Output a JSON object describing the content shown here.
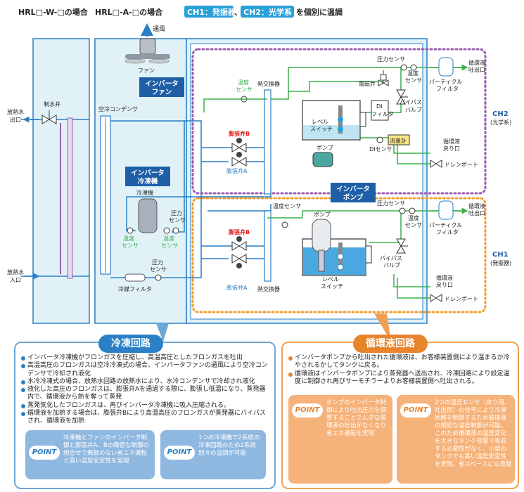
{
  "header": {
    "type_w": "HRL□-W-□の場合",
    "type_a": "HRL□-A-□の場合",
    "ch1_tag": "CH1：発振器",
    "sep": "、",
    "ch2_tag": "CH2：光学系",
    "suffix": "を個別に温調"
  },
  "labels": {
    "airflow": "通風",
    "fan": "ファン",
    "inverter_fan_1": "インバータ",
    "inverter_fan_2": "ファン",
    "inverter_comp_1": "インバータ",
    "inverter_comp_2": "冷凍機",
    "compressor": "冷凍機",
    "inverter_pump_1": "インバータ",
    "inverter_pump_2": "ポンプ",
    "water_valve": "制水弁",
    "water_out_1": "放熱水",
    "water_out_2": "出口",
    "water_in_1": "放熱水",
    "water_in_2": "入口",
    "air_condenser": "空冷コンデンサ",
    "temp_sensor_l_1": "温度",
    "temp_sensor_l_2": "センサ",
    "temp_sensor_r_1": "温度",
    "temp_sensor_r_2": "センサ",
    "pressure_sensor_1": "圧力",
    "pressure_sensor_2": "センサ",
    "pressure_sensor_low_1": "圧力",
    "pressure_sensor_low_2": "センサ",
    "refrigerant_filter": "冷媒フィルタ",
    "expansion_b_top": "膨張弁B",
    "expansion_a_top": "膨張弁A",
    "expansion_b_bot": "膨張弁B",
    "expansion_a_bot": "膨張弁A",
    "ch2_temp_sensor_1": "温度",
    "ch2_temp_sensor_2": "センサ",
    "ch2_heat_exchanger": "熱交換器",
    "ch2_solenoid": "電磁弁",
    "ch2_pressure_sensor": "圧力センサ",
    "ch2_temp_sensor_r_1": "温度",
    "ch2_temp_sensor_r_2": "センサ",
    "ch2_di_filter_1": "DI",
    "ch2_di_filter_2": "フィルタ",
    "ch2_level_1": "レベル",
    "ch2_level_2": "スイッチ",
    "ch2_bypass_1": "バイパス",
    "ch2_bypass_2": "バルブ",
    "ch2_particle_1": "パーティクル",
    "ch2_particle_2": "フィルタ",
    "ch2_out_1": "循環液",
    "ch2_out_2": "吐出口",
    "ch2_pump": "ポンプ",
    "ch2_flowmeter": "流量計",
    "ch2_di_sensor": "DIセンサ",
    "ch2_return_1": "循環液",
    "ch2_return_2": "戻り口",
    "ch2_drain": "ドレンポート",
    "ch2_name": "CH2",
    "ch2_desc": "(光学系)",
    "ch1_temp_sensor": "温度センサ",
    "ch1_pump": "ポンプ",
    "ch1_pressure_sensor": "圧力センサ",
    "ch1_temp_sensor_r_1": "温度",
    "ch1_temp_sensor_r_2": "センサ",
    "ch1_particle_1": "パーティクル",
    "ch1_particle_2": "フィルタ",
    "ch1_out_1": "循環液",
    "ch1_out_2": "吐出口",
    "ch1_bypass_1": "バイパス",
    "ch1_bypass_2": "バルブ",
    "ch1_level_1": "レベル",
    "ch1_level_2": "スイッチ",
    "ch1_return_1": "循環液",
    "ch1_return_2": "戻り口",
    "ch1_drain": "ドレンポート",
    "ch1_heat_exchanger": "熱交換器",
    "ch1_name": "CH1",
    "ch1_desc": "(発振器)"
  },
  "refrigeration": {
    "title": "冷凍回路",
    "bullets": [
      "インバータ冷凍機がフロンガスを圧縮し、高温高圧としたフロンガスを吐出",
      "高温高圧のフロンガスは空冷冷凍式の場合、インバータファンの通風により空冷コンデンサで冷却され液化",
      "水冷冷凍式の場合、放熱水回路の放熱水により、水冷コンデンサで冷却され液化",
      "液化した高圧のフロンガスは、膨張弁Aを通過する際に、膨張し低温になり、蒸発器内で、循環液から熱を奪って蒸発",
      "蒸発気化したフロンガスは、再びインバータ冷凍機に吸入圧縮される。",
      "循環液を加熱する場合は、膨張弁Bにより高温高圧のフロンガスが蒸発器にバイパスされ、循環液を加熱"
    ],
    "point_label": "POINT",
    "point1": "冷凍機とファンのインバータ制御と膨張弁A、Bの緻密な制御の組合せで無駄のない省エネ運転と高い温度安定性を実現",
    "point2": "1つの冷凍機で2系統の冷凍回路のため2系統別々の温調が可能"
  },
  "circulation": {
    "title": "循環液回路",
    "bullets": [
      "インバータポンプから吐出された循環液は、お客様装置側により温まるか冷やされるかしてタンクに戻る。",
      "循環液はインバータポンプにより蒸発器へ送出され、冷凍回路により設定温度に制御され再びサーモチラーよりお客様装置側へ吐出される。"
    ],
    "point_label": "POINT",
    "point1": "ポンプのインバータ制御により吐出圧力を調整することでムダな循環液の吐出がなくなり省エネ運転を実現",
    "point2": "2つの温度センサ（戻り用、吐出用）の信号により冷凍回路を制御するため循環液の精密な温度制御が可能。このため循環液の温度変化を大きなタンク容量で吸収する必要性がなく、小型のタンクでも高い温度安定性を実現。省スペースにも貢献"
  }
}
